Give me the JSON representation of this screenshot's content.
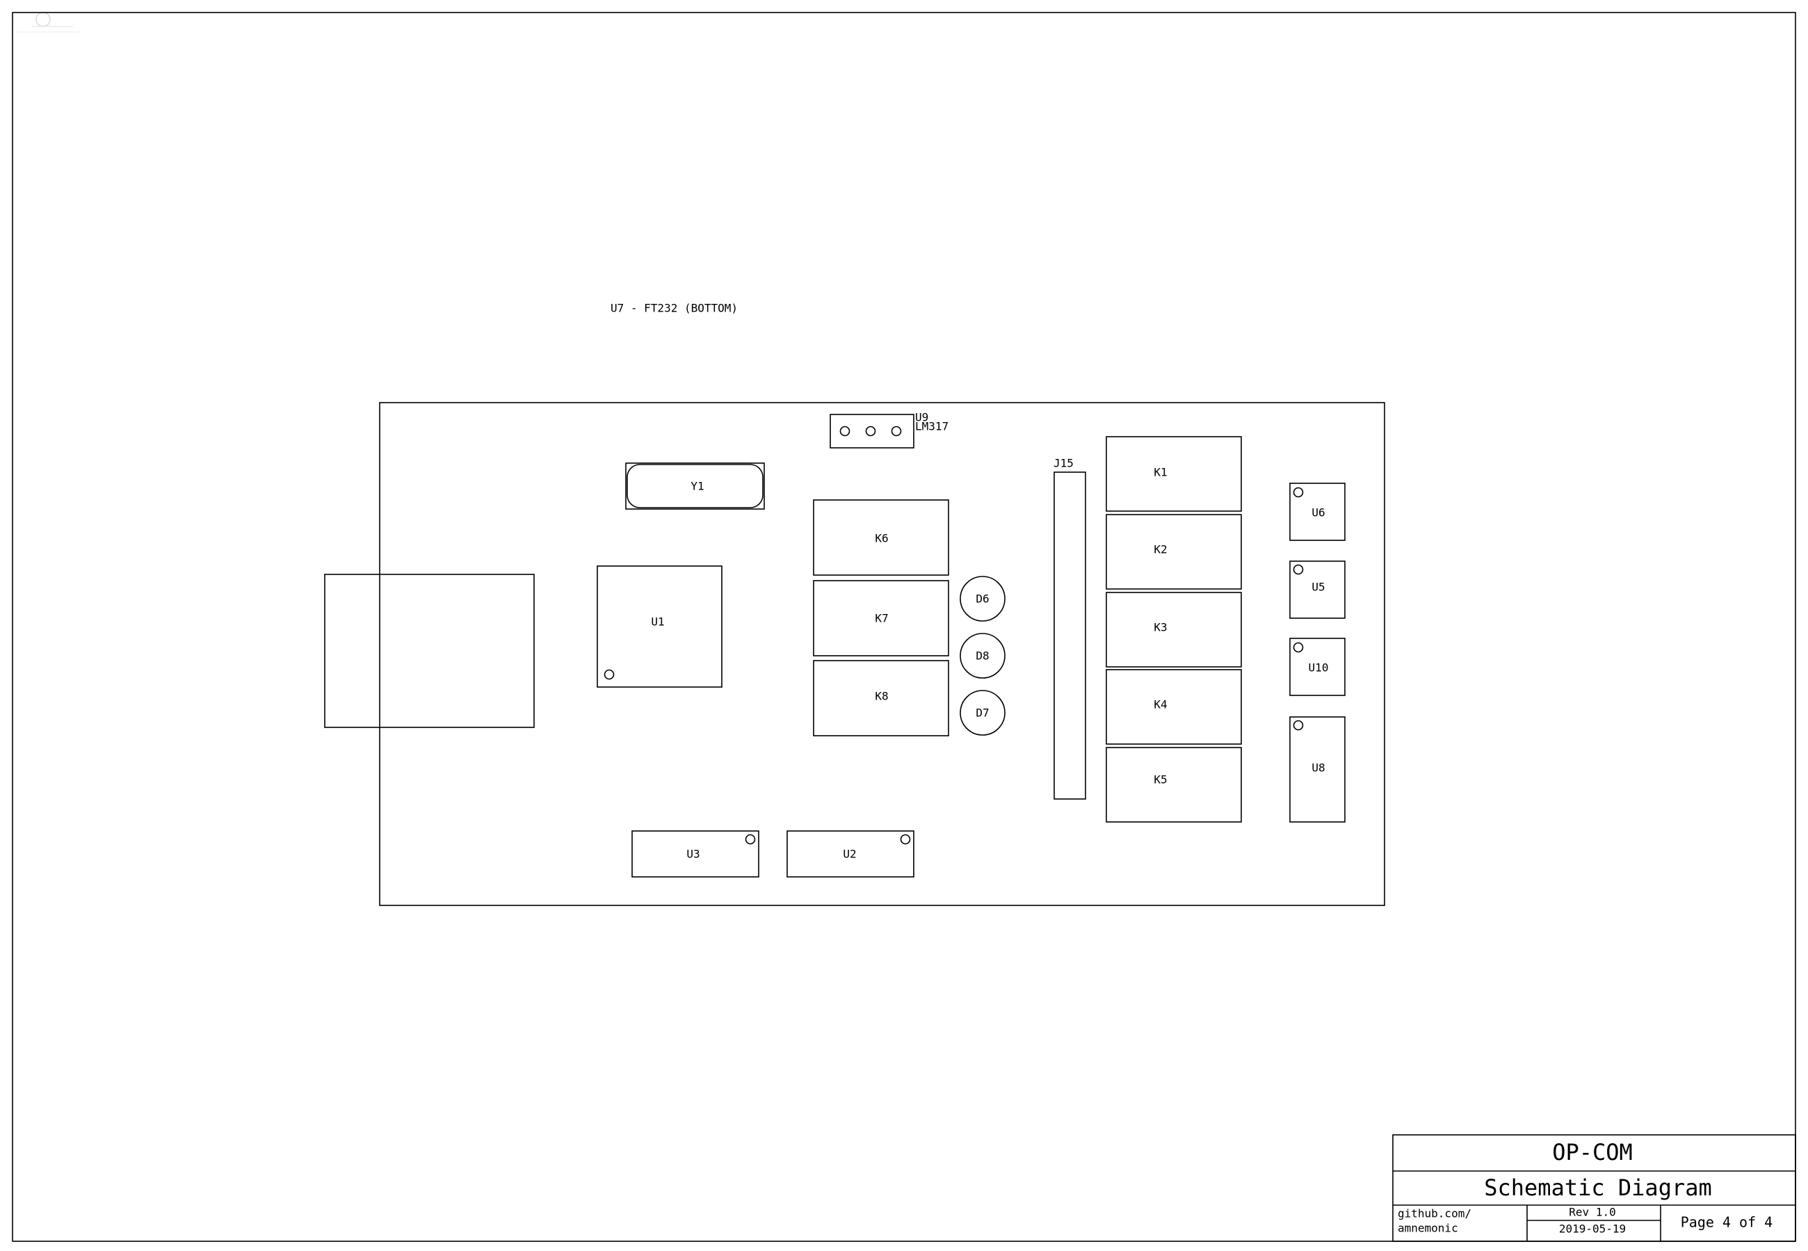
{
  "board": {
    "caption": "U7 -  FT232 (BOTTOM)",
    "components": {
      "u9": "U9",
      "u9_part": "LM317",
      "y1": "Y1",
      "u1": "U1",
      "k6": "K6",
      "k7": "K7",
      "k8": "K8",
      "d6": "D6",
      "d8": "D8",
      "d7": "D7",
      "j15": "J15",
      "k1": "K1",
      "k2": "K2",
      "k3": "K3",
      "k4": "K4",
      "k5": "K5",
      "u6": "U6",
      "u5": "U5",
      "u10": "U10",
      "u8": "U8",
      "u3": "U3",
      "u2": "U2"
    }
  },
  "title_block": {
    "project": "OP-COM",
    "title": "Schematic Diagram",
    "author_line1": "github.com/",
    "author_line2": "amnemonic",
    "rev": "Rev 1.0",
    "date": "2019-05-19",
    "page": "Page 4 of 4"
  }
}
